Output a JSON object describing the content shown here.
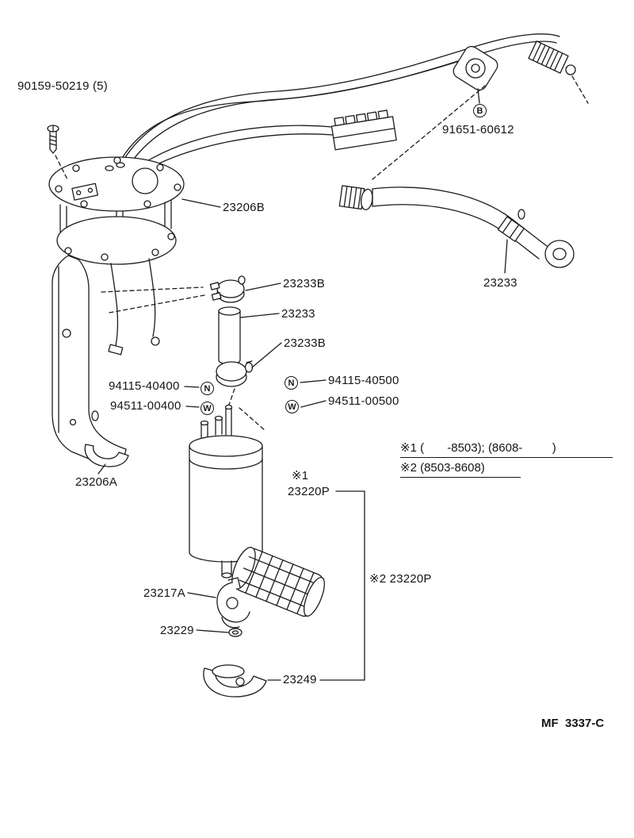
{
  "diagram": {
    "page_code": "MF  3337-C",
    "badges": {
      "b": "B",
      "n": "N",
      "w": "W"
    },
    "notes": {
      "line1": "※1 (       -8503); (8608-         )",
      "line2": "※2 (8503-8608)"
    },
    "parts": {
      "screw": "90159-50219 (5)",
      "grommet": "91651-60612",
      "sender_plate": "23206B",
      "hose_right": "23233",
      "clamp_upper": "23233B",
      "hose_mid": "23233",
      "clamp_lower": "23233B",
      "nut_left": "94115-40400",
      "nut_right": "94115-40500",
      "washer_left": "94511-00400",
      "washer_right": "94511-00500",
      "bracket": "23206A",
      "pump_ref": "※1",
      "pump": "23220P",
      "pump_alt": "※2 23220P",
      "filter_bracket": "23217A",
      "grommet_small": "23229",
      "cushion": "23249"
    }
  }
}
